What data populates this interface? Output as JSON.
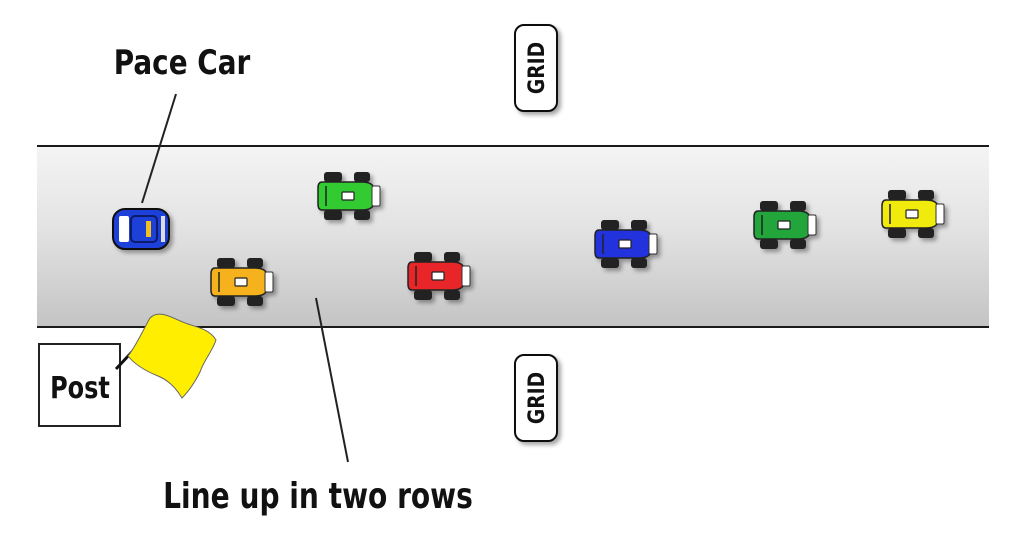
{
  "labels": {
    "pace_car": "Pace Car",
    "grid_top": "GRID",
    "grid_bottom": "GRID",
    "post": "Post",
    "line_up": "Line up in two rows"
  },
  "colors": {
    "track_light": "#f2f2f2",
    "track_dark": "#c9c9c9",
    "track_edge": "#1a1a1a",
    "flag": "#ffee00",
    "tire": "#222222"
  },
  "cars": [
    {
      "name": "pace-car",
      "color": "#1f3fd8",
      "type": "pace"
    },
    {
      "name": "green-car-1",
      "color": "#33cc33",
      "type": "race"
    },
    {
      "name": "orange-car",
      "color": "#f5b21c",
      "type": "race"
    },
    {
      "name": "red-car",
      "color": "#e8282b",
      "type": "race"
    },
    {
      "name": "blue-car",
      "color": "#2233dd",
      "type": "race"
    },
    {
      "name": "green-car-2",
      "color": "#22a53a",
      "type": "race"
    },
    {
      "name": "yellow-car",
      "color": "#f0ea10",
      "type": "race"
    }
  ]
}
